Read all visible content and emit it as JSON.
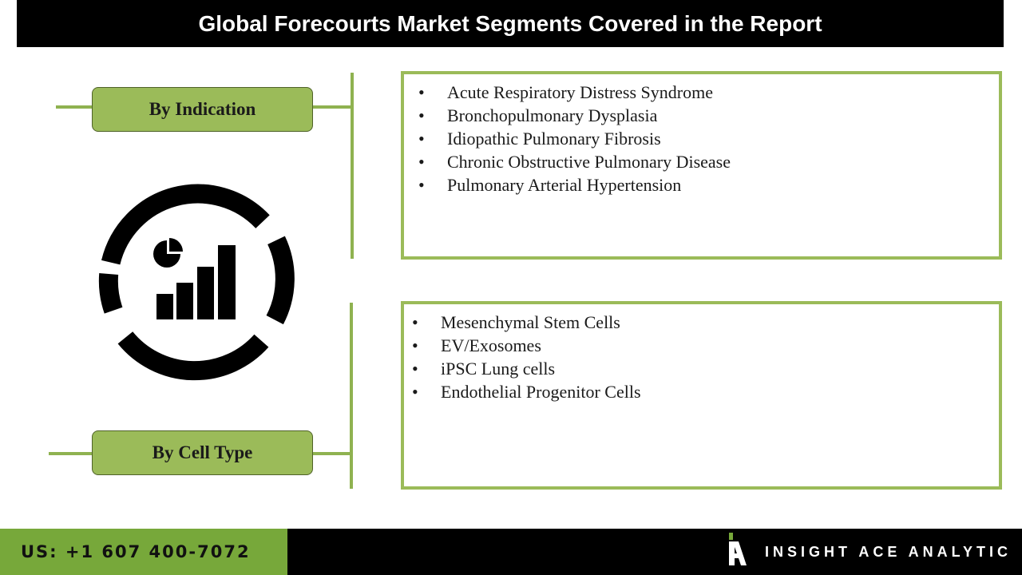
{
  "title": "Global Forecourts Market Segments Covered in the Report",
  "segments": [
    {
      "label": "By Indication",
      "items": [
        "Acute Respiratory Distress Syndrome",
        "Bronchopulmonary Dysplasia",
        "Idiopathic Pulmonary Fibrosis",
        "Chronic Obstructive Pulmonary Disease",
        "Pulmonary Arterial Hypertension"
      ]
    },
    {
      "label": "By Cell Type",
      "items": [
        "Mesenchymal Stem Cells",
        "EV/Exosomes",
        "iPSC Lung cells",
        "Endothelial Progenitor Cells"
      ]
    }
  ],
  "bullet_char": "•",
  "center_icon": "chart-in-ring-icon",
  "footer": {
    "phone": "US: +1 607 400-7072",
    "brand": "INSIGHT ACE ANALYTIC",
    "logo_icon": "insight-ace-logo-icon"
  },
  "colors": {
    "accent_green": "#9bbb59",
    "footer_green": "#77a83a",
    "bar_black": "#000000"
  }
}
